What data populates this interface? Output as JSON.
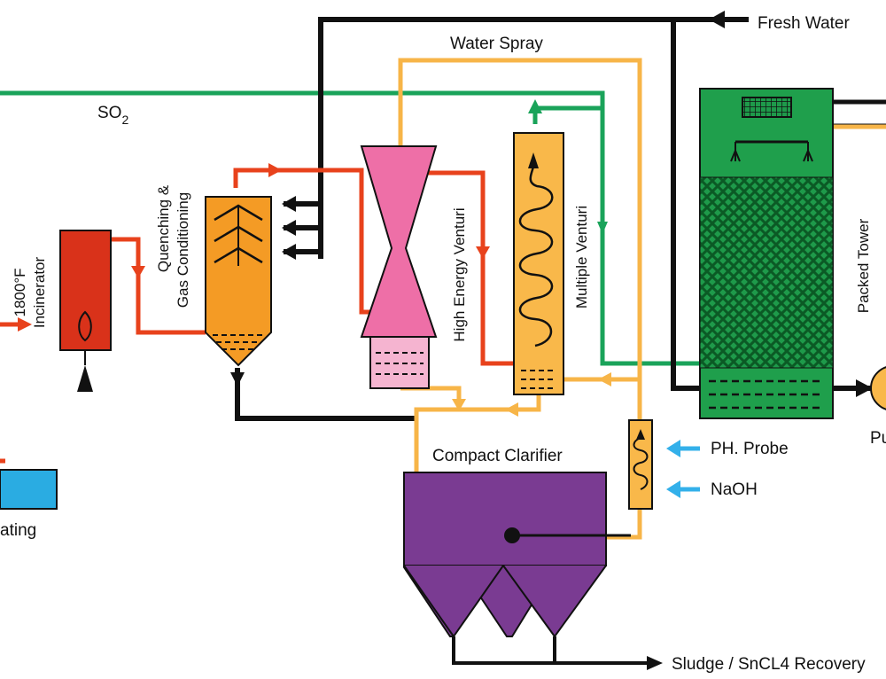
{
  "labels": {
    "fresh_water": "Fresh Water",
    "water_spray": "Water Spray",
    "so2": "SO",
    "so2_sub": "2",
    "incinerator_temp": "1800°F",
    "incinerator": "Incinerator",
    "quenching": "Quenching &",
    "gas_conditioning": "Gas Conditioning",
    "high_energy_venturi": "High Energy Venturi",
    "multiple_venturi": "Multiple Venturi",
    "packed_tower": "Packed Tower",
    "compact_clarifier": "Compact Clarifier",
    "ph_probe": "PH. Probe",
    "naoh": "NaOH",
    "sludge": "Sludge / SnCL4 Recovery",
    "pump": "Pu",
    "heating": "ating"
  },
  "colors": {
    "water": "#111111",
    "so2": "#1aa35a",
    "gas": "#e8421c",
    "spray": "#f7b548",
    "inject": "#33b0ea",
    "incinerator": "#d9321a",
    "quench": "#f49b25",
    "venturi_pink": "#ee6fa7",
    "multi_venturi": "#f9b84a",
    "tower": "#1f9f4c",
    "clarifier": "#7a3b92",
    "heater": "#2aace2"
  }
}
